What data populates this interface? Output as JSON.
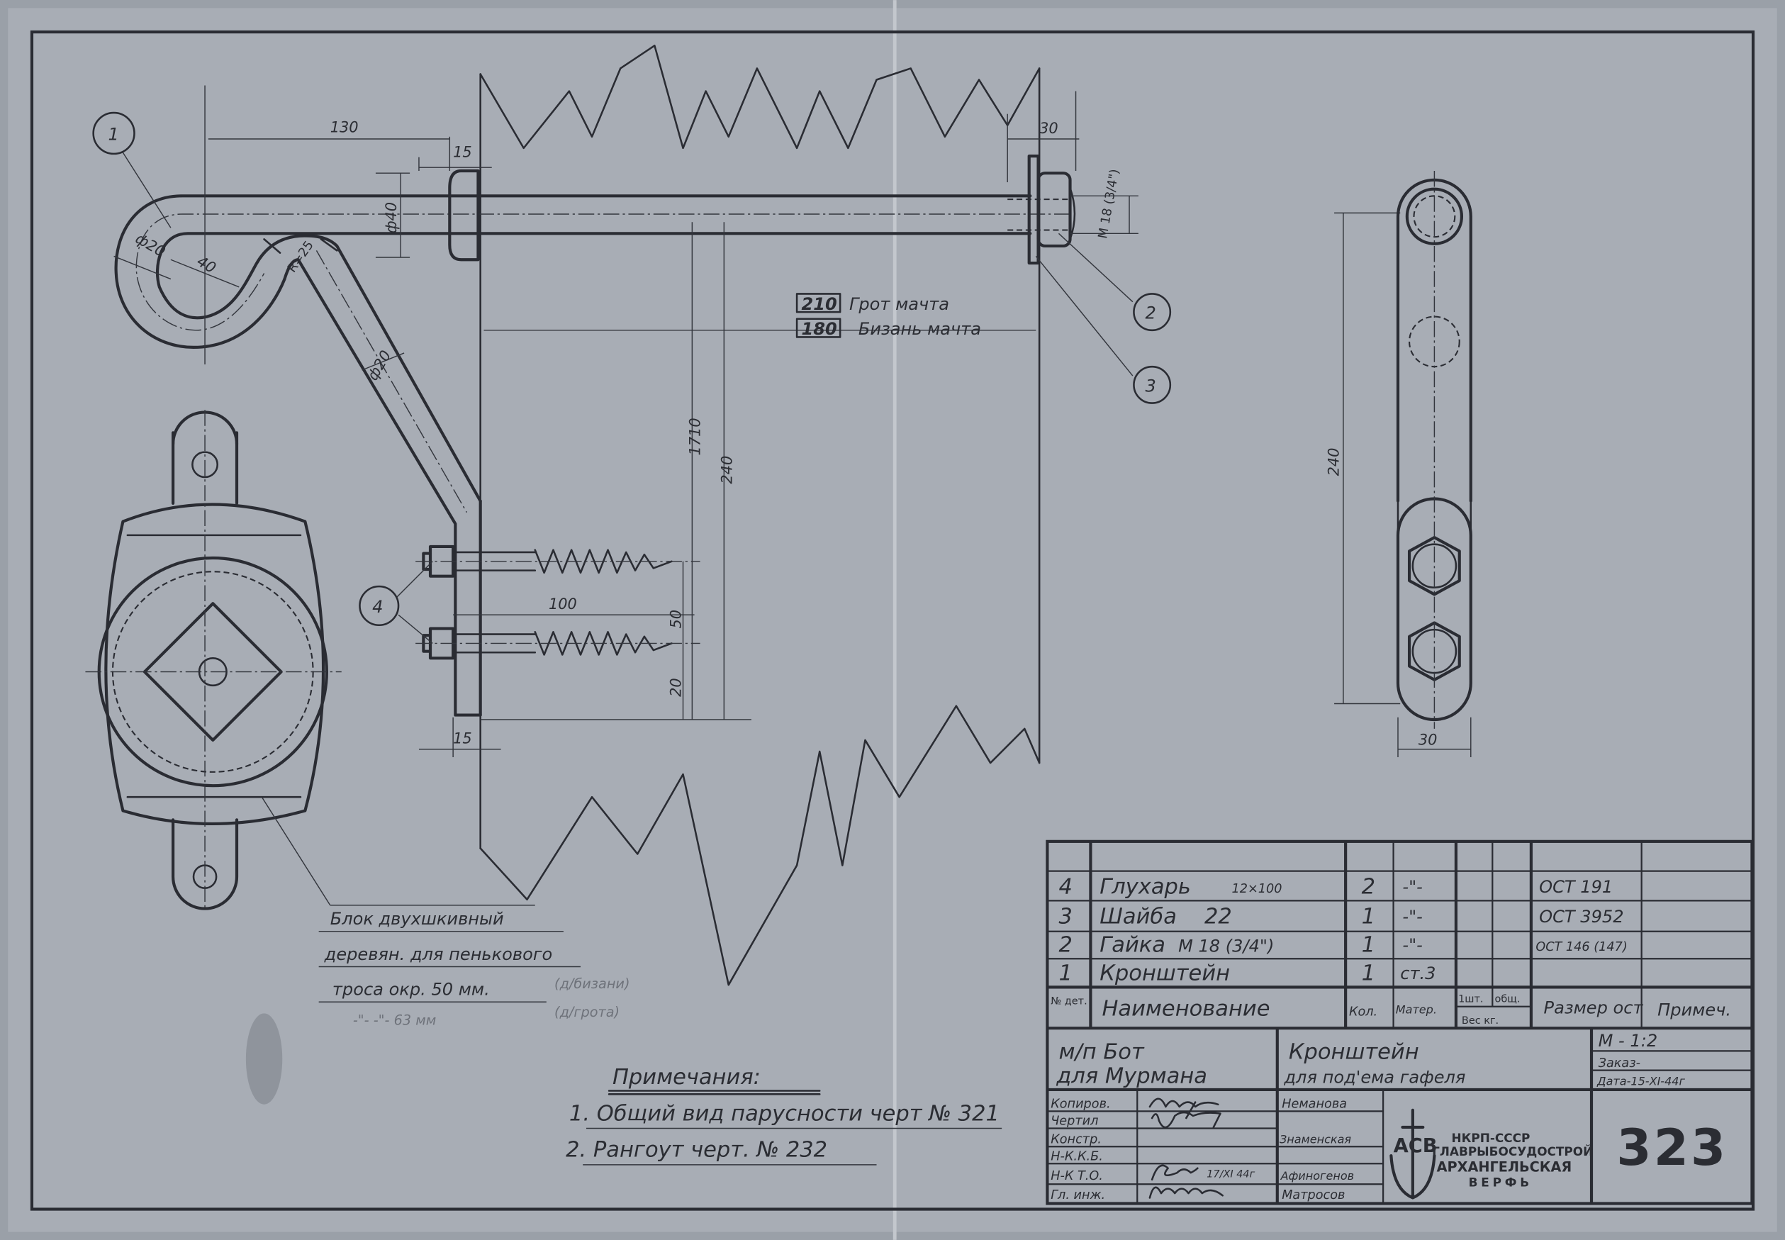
{
  "drawing": {
    "callouts": [
      "1",
      "2",
      "3",
      "4"
    ],
    "dimensions": {
      "hook_length": "130",
      "washer_thickness": "15",
      "washer_diameter": "ф40",
      "hook_rod_diameter": "ф20",
      "hook_inner": "40",
      "bend_radius": "R=25",
      "arm_diameter": "ф20",
      "nut_width": "30",
      "thread": "M 18 (3/4\")",
      "mast_height": "1710",
      "bracket_height": "240",
      "screw_length": "100",
      "screw_spacing": "50",
      "screw_bottom": "20",
      "plate_thickness": "15",
      "side_height": "240",
      "side_width": "30"
    },
    "mast_labels": [
      {
        "value": "210",
        "name": "Грот мачта"
      },
      {
        "value": "180",
        "name": "Бизань мачта"
      }
    ],
    "block_note": {
      "lines": [
        "Блок двухшкивный",
        "деревян. для пенькового",
        "троса окр. 50 мм."
      ],
      "pencil": [
        "(д/бизани)",
        "-\"-   -\"- 63 мм",
        "(д/грота)"
      ]
    },
    "notes": {
      "title": "Примечания:",
      "items": [
        "1. Общий вид парусности черт № 321",
        "2. Рангоут черт. № 232"
      ]
    }
  },
  "title_block": {
    "parts": [
      {
        "no": "4",
        "name": "Глухарь",
        "size": "12×100",
        "qty": "2",
        "material": "-\"-",
        "standard": "ОСТ 191"
      },
      {
        "no": "3",
        "name": "Шайба",
        "size": "22",
        "qty": "1",
        "material": "-\"-",
        "standard": "ОСТ 3952"
      },
      {
        "no": "2",
        "name": "Гайка",
        "size": "М 18 (3/4\")",
        "qty": "1",
        "material": "-\"-",
        "standard": "ОСТ 146 (147)"
      },
      {
        "no": "1",
        "name": "Кронштейн",
        "size": "",
        "qty": "1",
        "material": "ст.3",
        "standard": ""
      }
    ],
    "headers": {
      "no": "№ дет.",
      "name": "Наименование",
      "qty": "Кол.",
      "material": "Матер.",
      "weight_unit": "1шт.",
      "weight_total": "общ.",
      "weight": "Вес кг.",
      "size": "Размер ост",
      "remarks": "Примеч."
    },
    "project": [
      "м/п  Бот",
      "для Мурмана"
    ],
    "title": [
      "Кронштейн",
      "для под'ема гафеля"
    ],
    "scale": "М - 1:2",
    "order": "Заказ-",
    "date": "Дата-15-XI-44г",
    "roles": [
      {
        "role": "Копиров.",
        "name": "Неманова"
      },
      {
        "role": "Чертил",
        "name": ""
      },
      {
        "role": "Констр.",
        "name": "Знаменская"
      },
      {
        "role": "Н-К.К.Б.",
        "name": ""
      },
      {
        "role": "Н-К Т.О.",
        "name": "Афиногенов"
      },
      {
        "role": "Гл. инж.",
        "name": "Матросов"
      }
    ],
    "signature_date": "17/XI 44г",
    "logo": {
      "letters": "АСВ",
      "lines": [
        "НКРП-СССР",
        "ГЛАВРЫБОСУДОСТРОЙ",
        "АРХАНГЕЛЬСКАЯ",
        "ВЕРФЬ"
      ]
    },
    "sheet_number": "323"
  },
  "colors": {
    "paper": "#a8adb5",
    "ink": "#2a2c33"
  }
}
